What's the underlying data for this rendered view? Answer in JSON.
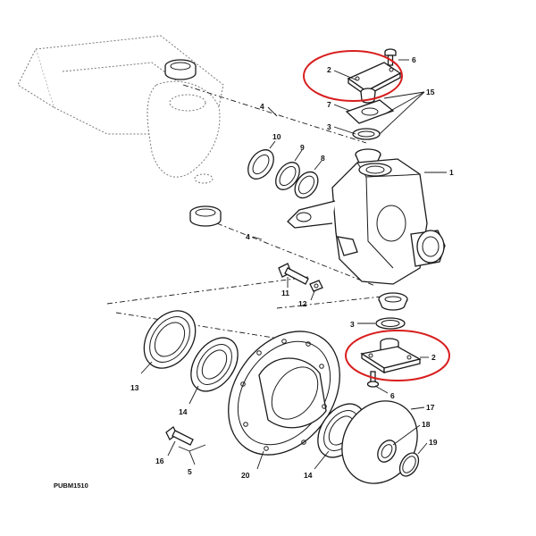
{
  "drawing_code": "PUBM1510",
  "callouts": [
    "1",
    "2",
    "2",
    "3",
    "3",
    "4",
    "4",
    "5",
    "6",
    "6",
    "7",
    "8",
    "9",
    "10",
    "11",
    "12",
    "13",
    "14",
    "14",
    "15",
    "16",
    "17",
    "18",
    "19",
    "20"
  ],
  "highlight_color": "#d81e1e"
}
